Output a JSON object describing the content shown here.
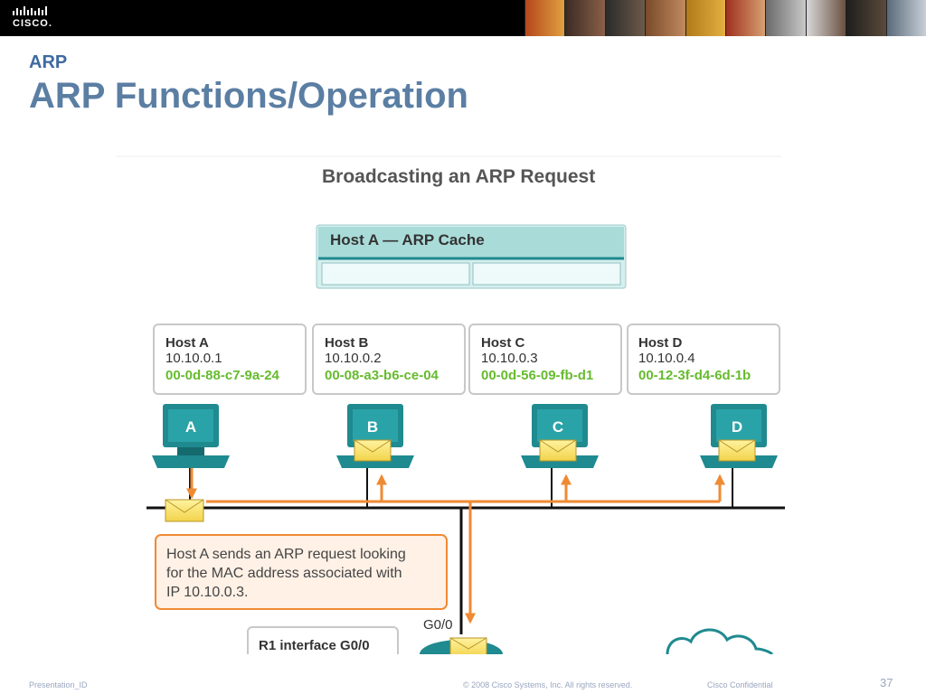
{
  "header": {
    "logo_text": "CISCO."
  },
  "slide": {
    "section": "ARP",
    "title": "ARP Functions/Operation"
  },
  "diagram": {
    "heading": "Broadcasting an ARP Request",
    "arp_cache": {
      "title": "Host A — ARP Cache"
    },
    "hosts": [
      {
        "name": "Host A",
        "ip": "10.10.0.1",
        "mac": "00-0d-88-c7-9a-24",
        "letter": "A"
      },
      {
        "name": "Host B",
        "ip": "10.10.0.2",
        "mac": "00-08-a3-b6-ce-04",
        "letter": "B"
      },
      {
        "name": "Host C",
        "ip": "10.10.0.3",
        "mac": "00-0d-56-09-fb-d1",
        "letter": "C"
      },
      {
        "name": "Host D",
        "ip": "10.10.0.4",
        "mac": "00-12-3f-d4-6d-1b",
        "letter": "D"
      }
    ],
    "callout": [
      "Host A sends an ARP request looking",
      "for the MAC address associated with",
      "IP 10.10.0.3."
    ],
    "router_port": "G0/0",
    "router_box": "R1 interface G0/0"
  },
  "footer": {
    "left": "Presentation_ID",
    "center": "© 2008 Cisco Systems, Inc. All rights reserved.",
    "right": "Cisco Confidential",
    "page": "37"
  },
  "colors": {
    "mac_green": "#66bb2e",
    "orange": "#ef8a33",
    "teal": "#1f8a8f",
    "cache_header": "#a9dbd9"
  }
}
